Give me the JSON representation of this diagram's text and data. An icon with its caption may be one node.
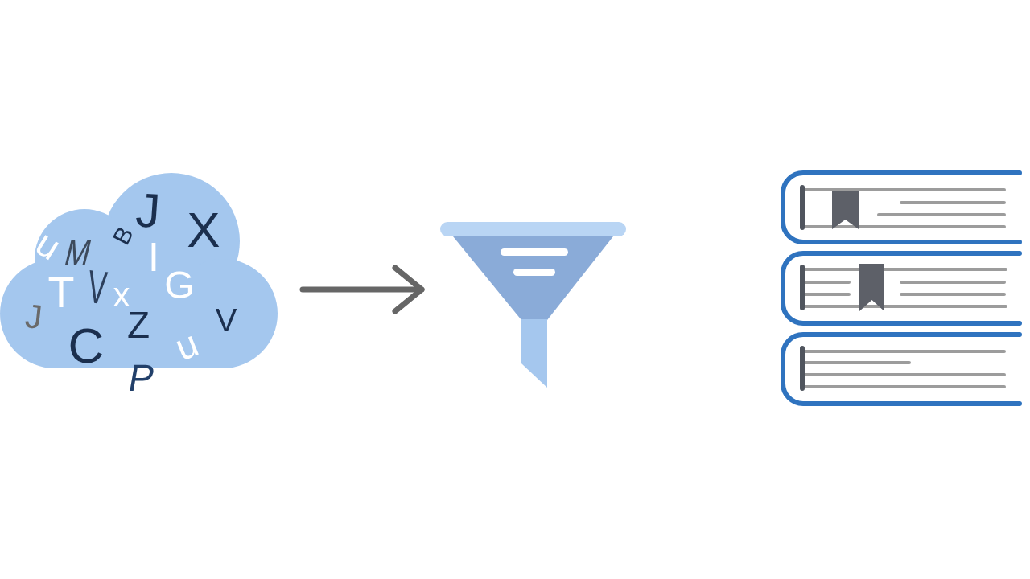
{
  "diagram": {
    "nodes": [
      {
        "text": [
          "J",
          "B",
          "X",
          "u",
          "M",
          "I",
          "T",
          "V",
          "x",
          "G",
          "J",
          "V",
          "Z",
          "C",
          "u",
          "P"
        ]
      },
      {
        "text": [],
        "shape": "picture"
      },
      {
        "text": [],
        "shape": "picture"
      }
    ],
    "edges": [
      {
        "from": 0,
        "to": 1,
        "arrow": "to"
      }
    ]
  }
}
